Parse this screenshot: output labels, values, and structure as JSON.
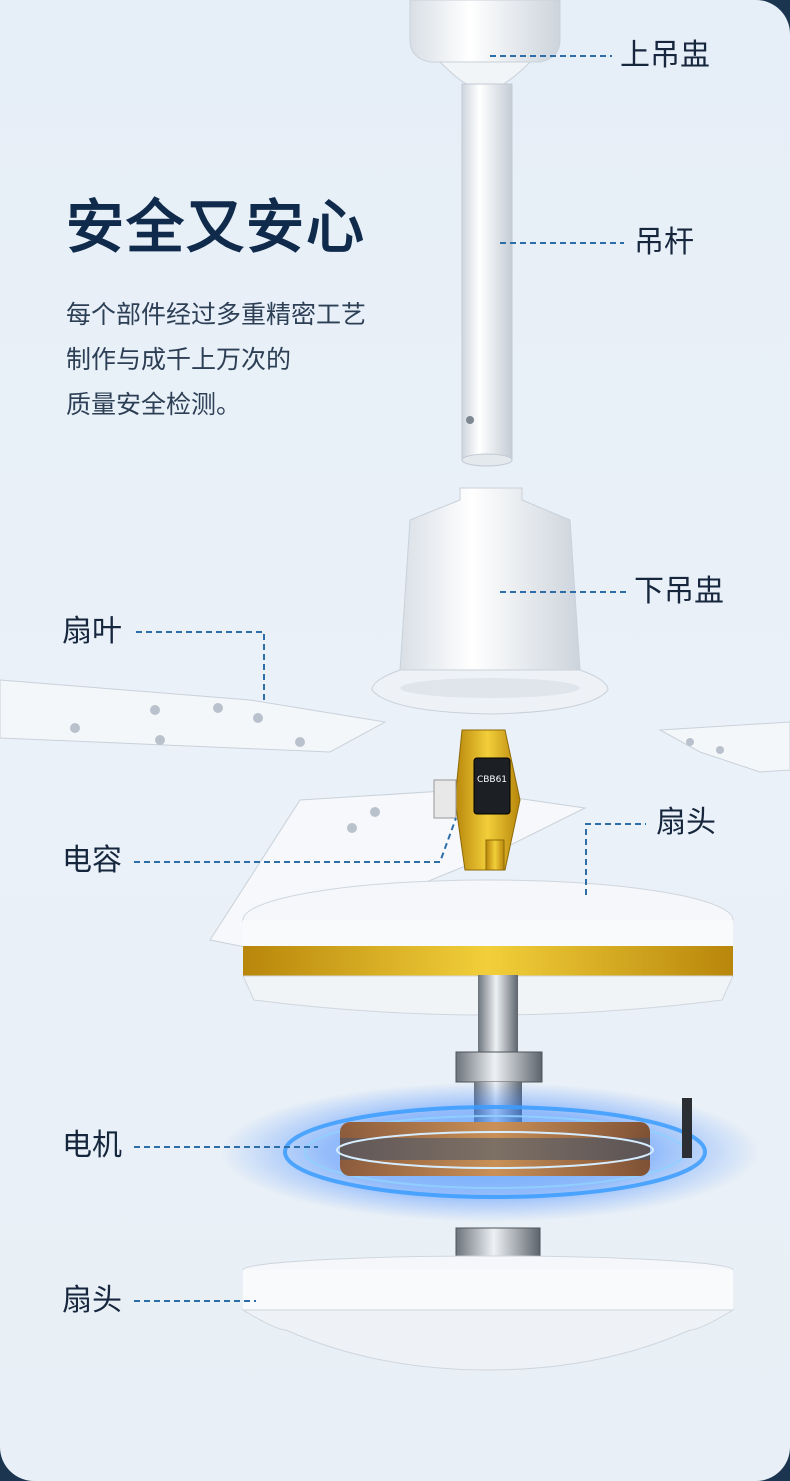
{
  "heading": "安全又安心",
  "description_lines": [
    "每个部件经过多重精密工艺",
    "制作与成千上万次的",
    "质量安全检测。"
  ],
  "labels": {
    "upper_canopy": "上吊盅",
    "downrod": "吊杆",
    "lower_canopy": "下吊盅",
    "blade": "扇叶",
    "head_top": "扇头",
    "capacitor": "电容",
    "motor": "电机",
    "head_bottom": "扇头"
  },
  "capacitor_print": "CBB61",
  "colors": {
    "heading": "#0f2a4a",
    "leader_line": "#2d6ea8",
    "gold_band": "#d4a81a",
    "motor_glow": "#2a7bff"
  }
}
